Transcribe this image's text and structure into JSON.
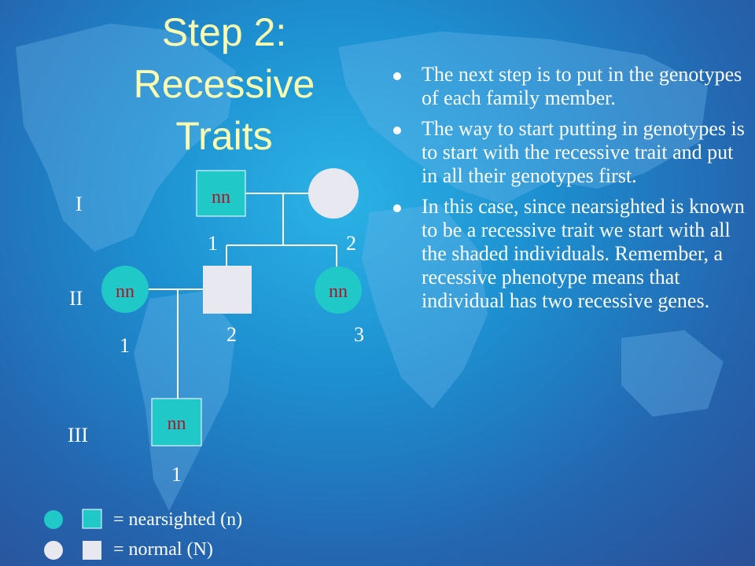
{
  "slide": {
    "title_lines": [
      "Step 2:",
      "Recessive",
      "Traits"
    ],
    "bullets": [
      "The next step is to put in the genotypes of each family member.",
      "The way to start putting in genotypes is to start with the recessive trait and put in all their genotypes first.",
      "In this case, since nearsighted is known to be a recessive trait we start with all the shaded individuals.  Remember, a recessive phenotype means that individual has two recessive genes."
    ]
  },
  "pedigree": {
    "generations": [
      "I",
      "II",
      "III"
    ],
    "individuals": {
      "I_1": {
        "number": "1",
        "genotype": "nn",
        "shape": "square",
        "affected": true
      },
      "I_2": {
        "number": "2",
        "genotype": "",
        "shape": "circle",
        "affected": false
      },
      "II_1": {
        "number": "1",
        "genotype": "nn",
        "shape": "circle",
        "affected": true
      },
      "II_2": {
        "number": "2",
        "genotype": "",
        "shape": "square",
        "affected": false
      },
      "II_3": {
        "number": "3",
        "genotype": "nn",
        "shape": "circle",
        "affected": true
      },
      "III_1": {
        "number": "1",
        "genotype": "nn",
        "shape": "square",
        "affected": true
      }
    },
    "colors": {
      "affected": "#20c8c8",
      "normal": "#e8e8f0",
      "genotype_text": "#b0142a"
    }
  },
  "legend": {
    "affected_label": "= nearsighted (n)",
    "normal_label": "= normal (N)"
  }
}
